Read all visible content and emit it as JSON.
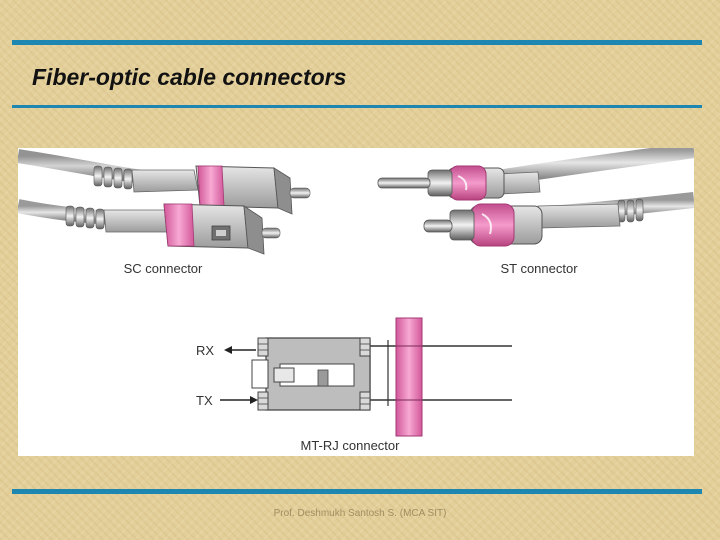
{
  "slide": {
    "title": "Fiber-optic cable connectors",
    "footer": "Prof. Deshmukh Santosh S. (MCA SIT)"
  },
  "figure": {
    "labels": {
      "sc": "SC connector",
      "st": "ST connector",
      "rx": "RX",
      "tx": "TX",
      "mtrj": "MT-RJ connector"
    }
  },
  "colors": {
    "rule": "#1e87b1",
    "connector_pink": "#e06aa8",
    "connector_gray": "#c9c9c9",
    "cable_gray": "#bdbdbd"
  },
  "icons": [
    "sc-connector-illustration",
    "st-connector-illustration",
    "mtrj-connector-diagram"
  ]
}
